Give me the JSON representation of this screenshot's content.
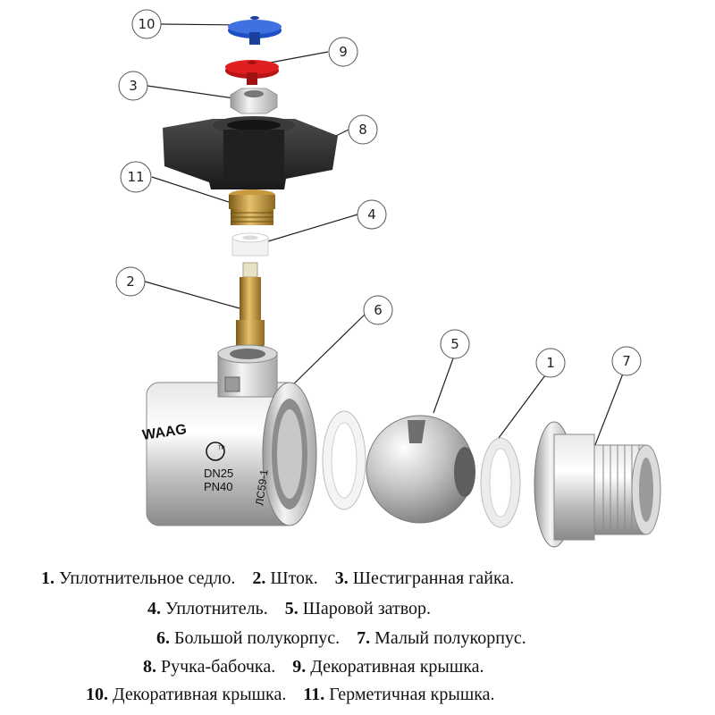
{
  "brand_mark": "WAAG",
  "body_markings": {
    "dn": "DN25",
    "pn": "PN40",
    "material": "ЛС59-1",
    "cert": "ТР"
  },
  "callouts": [
    {
      "n": "10"
    },
    {
      "n": "9"
    },
    {
      "n": "3"
    },
    {
      "n": "8"
    },
    {
      "n": "11"
    },
    {
      "n": "4"
    },
    {
      "n": "2"
    },
    {
      "n": "6"
    },
    {
      "n": "5"
    },
    {
      "n": "1"
    },
    {
      "n": "7"
    }
  ],
  "legend": [
    [
      {
        "num": "1.",
        "text": "Уплотнительное седло."
      },
      {
        "num": "2.",
        "text": "Шток."
      },
      {
        "num": "3.",
        "text": "Шестигранная гайка."
      }
    ],
    [
      {
        "num": "4.",
        "text": "Уплотнитель."
      },
      {
        "num": "5.",
        "text": "Шаровой затвор."
      }
    ],
    [
      {
        "num": "6.",
        "text": "Большой полукорпус."
      },
      {
        "num": "7.",
        "text": "Малый полукорпус."
      }
    ],
    [
      {
        "num": "8.",
        "text": "Ручка-бабочка."
      },
      {
        "num": "9.",
        "text": "Декоративная крышка."
      }
    ],
    [
      {
        "num": "10.",
        "text": "Декоративная крышка."
      },
      {
        "num": "11.",
        "text": "Герметичная крышка."
      }
    ]
  ],
  "colors": {
    "handle": "#2b2b2b",
    "cap_blue": "#1f4fc4",
    "cap_red": "#e02020",
    "brass": "#b8892e",
    "chrome": "#c9c9c9",
    "seal": "#f2f2f2"
  }
}
